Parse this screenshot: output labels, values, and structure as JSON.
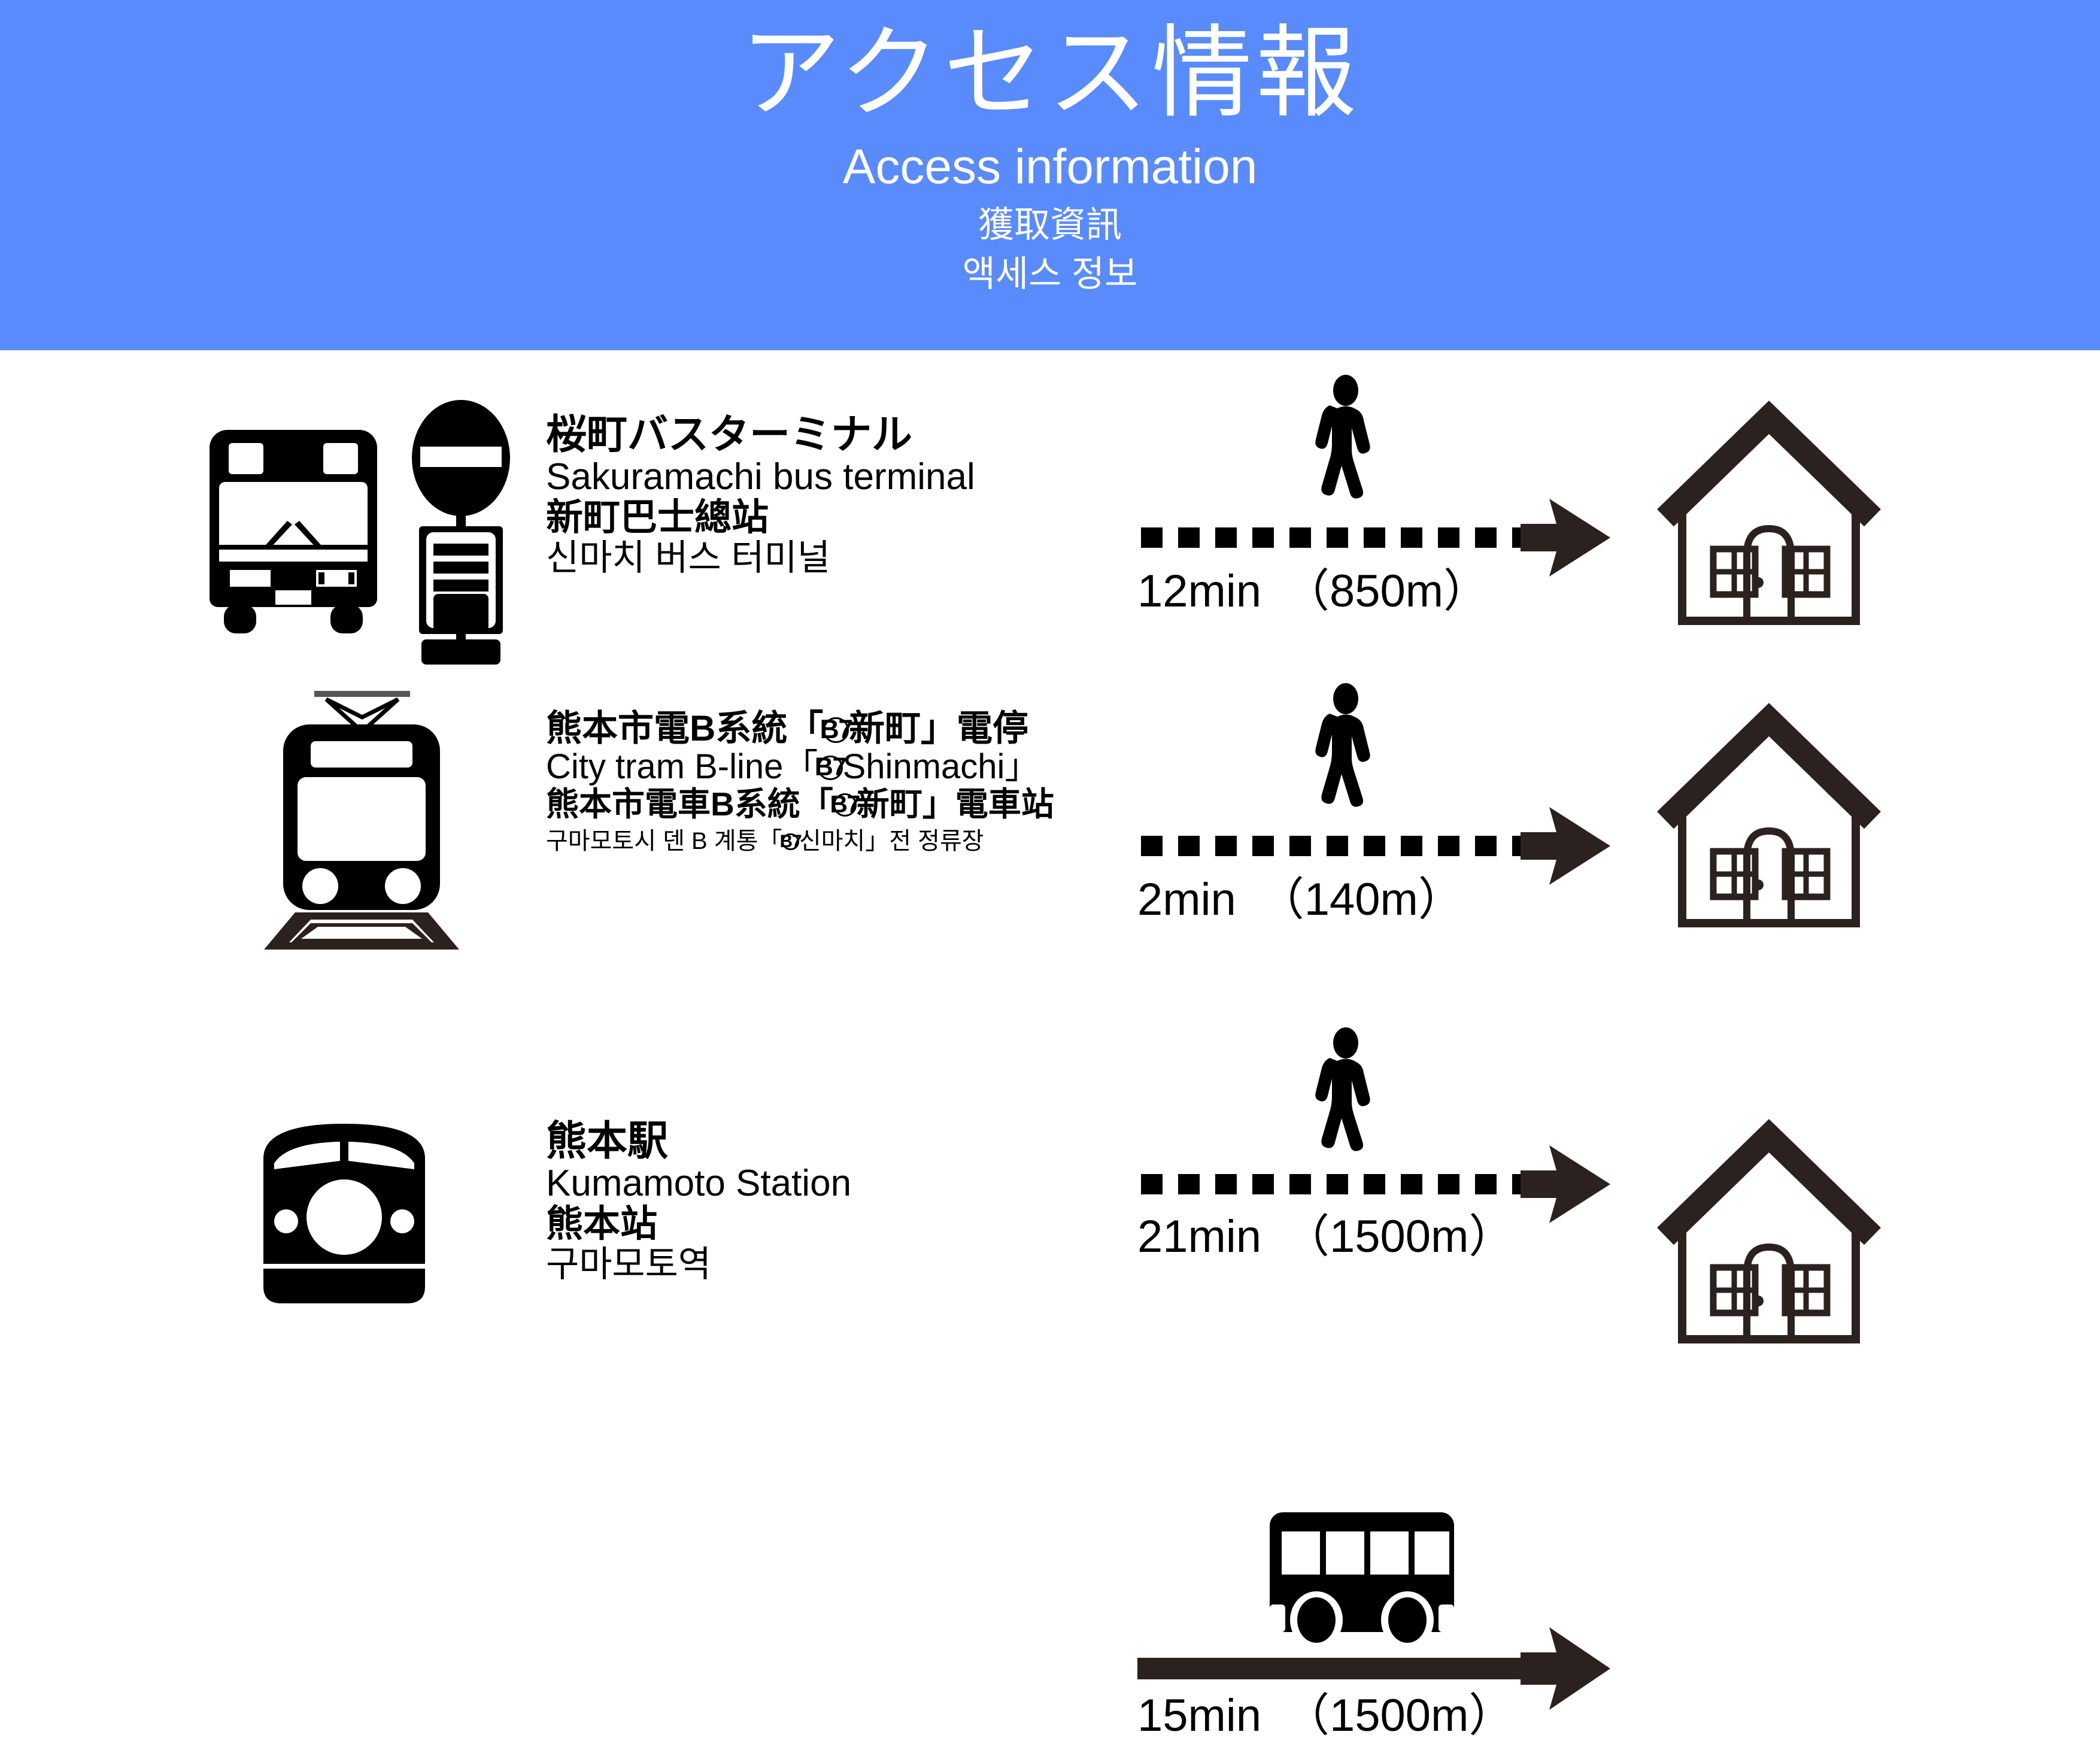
{
  "header": {
    "title_ja": "アクセス情報",
    "title_en": "Access information",
    "title_zh": "獲取資訊",
    "title_ko": "액세스 정보",
    "bg_color": "#5a8bfc",
    "text_color": "#ffffff"
  },
  "colors": {
    "accent_blue": "#5a8bfc",
    "icon_black": "#000000",
    "arrow_brown": "#2b211e",
    "house_brown": "#2b211e",
    "page_background": "#ffffff"
  },
  "rows": [
    {
      "id": "sakuramachi-bus-terminal",
      "icons": [
        "bus-front-icon",
        "bus-stop-sign-icon"
      ],
      "place": {
        "ja": "桜町バスターミナル",
        "en": "Sakuramachi bus terminal",
        "zh": "新町巴士總站",
        "ko": "신마치 버스 터미널"
      },
      "routes": [
        {
          "mode": "walking",
          "mode_icon": "pedestrian-walking-icon",
          "line_style": "dashed",
          "time": "12min",
          "distance": "（850m）",
          "caption": "12min　（850m）"
        }
      ],
      "destination_icon": "house-icon"
    },
    {
      "id": "shinmachi-tram-stop",
      "icons": [
        "tram-front-icon"
      ],
      "place": {
        "ja_prefix": "熊本市電B系統「",
        "ja_badge": "B7",
        "ja_suffix": "新町」電停",
        "en_prefix": "City tram B-line「",
        "en_badge": "B7",
        "en_suffix": "Shinmachi」",
        "zh_prefix": "熊本市電車B系統「",
        "zh_badge": "B7",
        "zh_suffix": "新町」電車站",
        "ko_prefix": "구마모토시 덴 B 계통「",
        "ko_badge": "B7",
        "ko_suffix": "신마치」전 정류장"
      },
      "routes": [
        {
          "mode": "walking",
          "mode_icon": "pedestrian-walking-icon",
          "line_style": "dashed",
          "time": "2min",
          "distance": "（140m）",
          "caption": "2min　（140m）"
        }
      ],
      "destination_icon": "house-icon"
    },
    {
      "id": "kumamoto-station",
      "icons": [
        "train-front-icon"
      ],
      "place": {
        "ja": "熊本駅",
        "en": "Kumamoto Station",
        "zh": "熊本站",
        "ko": "구마모토역"
      },
      "routes": [
        {
          "mode": "walking",
          "mode_icon": "pedestrian-walking-icon",
          "line_style": "dashed",
          "time": "21min",
          "distance": "（1500m）",
          "caption": "21min　（1500m）"
        },
        {
          "mode": "bus",
          "mode_icon": "bus-side-icon",
          "line_style": "solid",
          "time": "15min",
          "distance": "（1500m）",
          "caption": "15min　（1500m）"
        }
      ],
      "destination_icon": "house-icon"
    }
  ]
}
